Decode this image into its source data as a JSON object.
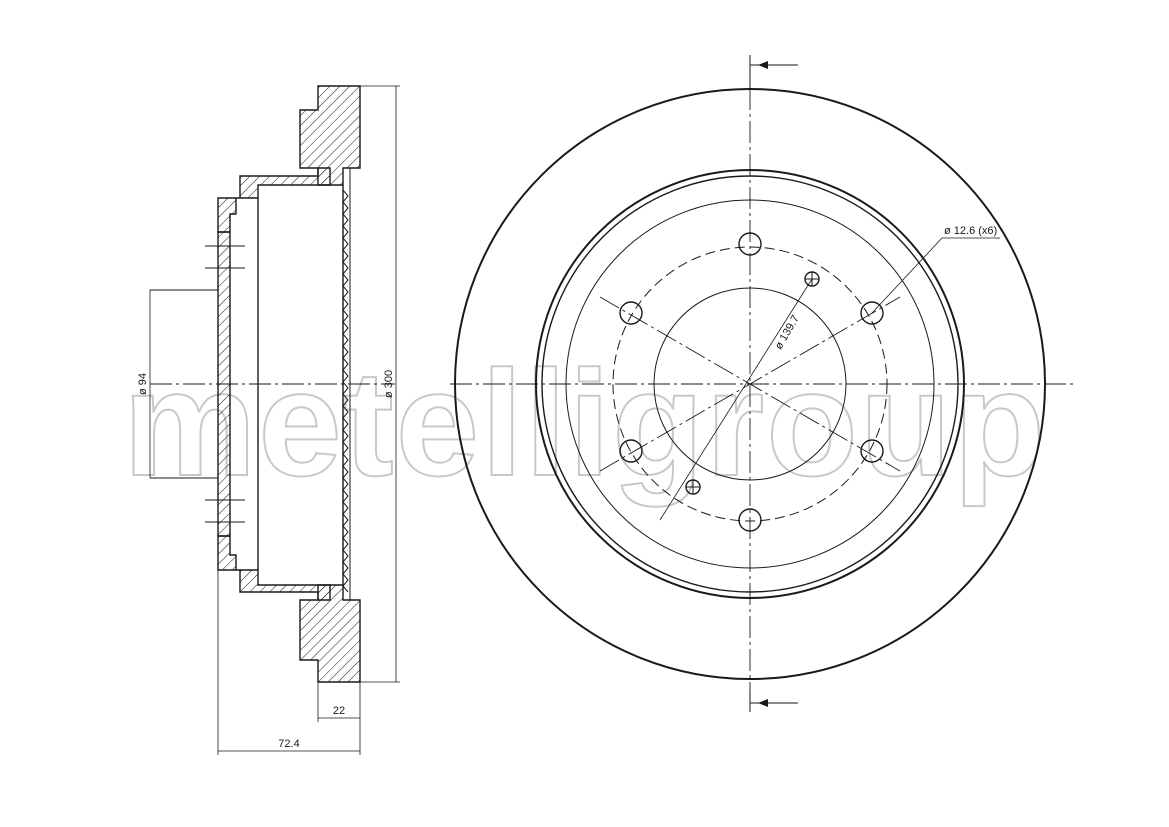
{
  "watermark": "metelligroup",
  "dimensions": {
    "outer_diameter": "ø 300",
    "centering_diameter": "ø 94",
    "bolt_hole": "ø 12.6 (x6)",
    "pitch_circle": "ø 139.7",
    "disc_thickness": "22",
    "overall_height": "72.4"
  }
}
